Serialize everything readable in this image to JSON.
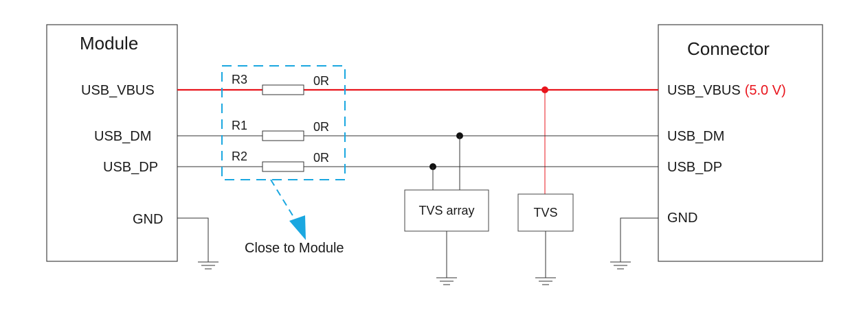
{
  "module": {
    "title": "Module",
    "pins": {
      "vbus": "USB_VBUS",
      "dm": "USB_DM",
      "dp": "USB_DP",
      "gnd": "GND"
    }
  },
  "connector": {
    "title": "Connector",
    "pins": {
      "vbus": "USB_VBUS",
      "vbus_voltage": "(5.0 V)",
      "dm": "USB_DM",
      "dp": "USB_DP",
      "gnd": "GND"
    }
  },
  "resistors": {
    "r3": {
      "name": "R3",
      "value": "0R"
    },
    "r1": {
      "name": "R1",
      "value": "0R"
    },
    "r2": {
      "name": "R2",
      "value": "0R"
    }
  },
  "protection": {
    "tvs_array": "TVS array",
    "tvs": "TVS"
  },
  "annotation": {
    "close_to_module": "Close to Module"
  },
  "colors": {
    "vbus_line": "#e8141c",
    "signal_line": "#333333",
    "callout": "#1aa7e0",
    "voltage_text": "#e8141c"
  }
}
